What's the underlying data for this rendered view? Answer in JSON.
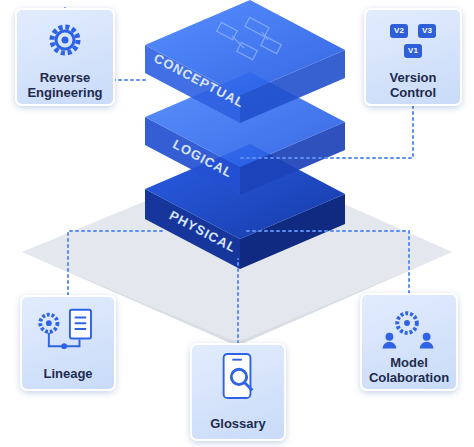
{
  "diagram": {
    "nodes": [
      {
        "text": [
          "Reverse Engineering"
        ]
      },
      {
        "text": [
          "CONCEPTUAL"
        ]
      },
      {
        "text": [
          "Version Control"
        ]
      },
      {
        "text": [
          "LOGICAL"
        ]
      },
      {
        "text": [
          "PHYSICAL"
        ]
      },
      {
        "text": [
          "Lineage"
        ]
      },
      {
        "text": [
          "Glossary"
        ]
      },
      {
        "text": [
          "Model Colaboration"
        ]
      }
    ],
    "edges": [
      {
        "from": 0,
        "to": 1,
        "arrow": "none"
      },
      {
        "from": 2,
        "to": 3,
        "arrow": "none"
      },
      {
        "from": 5,
        "to": 4,
        "arrow": "none"
      },
      {
        "from": 6,
        "to": 4,
        "arrow": "none"
      },
      {
        "from": 7,
        "to": 4,
        "arrow": "none"
      }
    ],
    "labels": [
      "V2",
      "V3",
      "V1"
    ]
  }
}
